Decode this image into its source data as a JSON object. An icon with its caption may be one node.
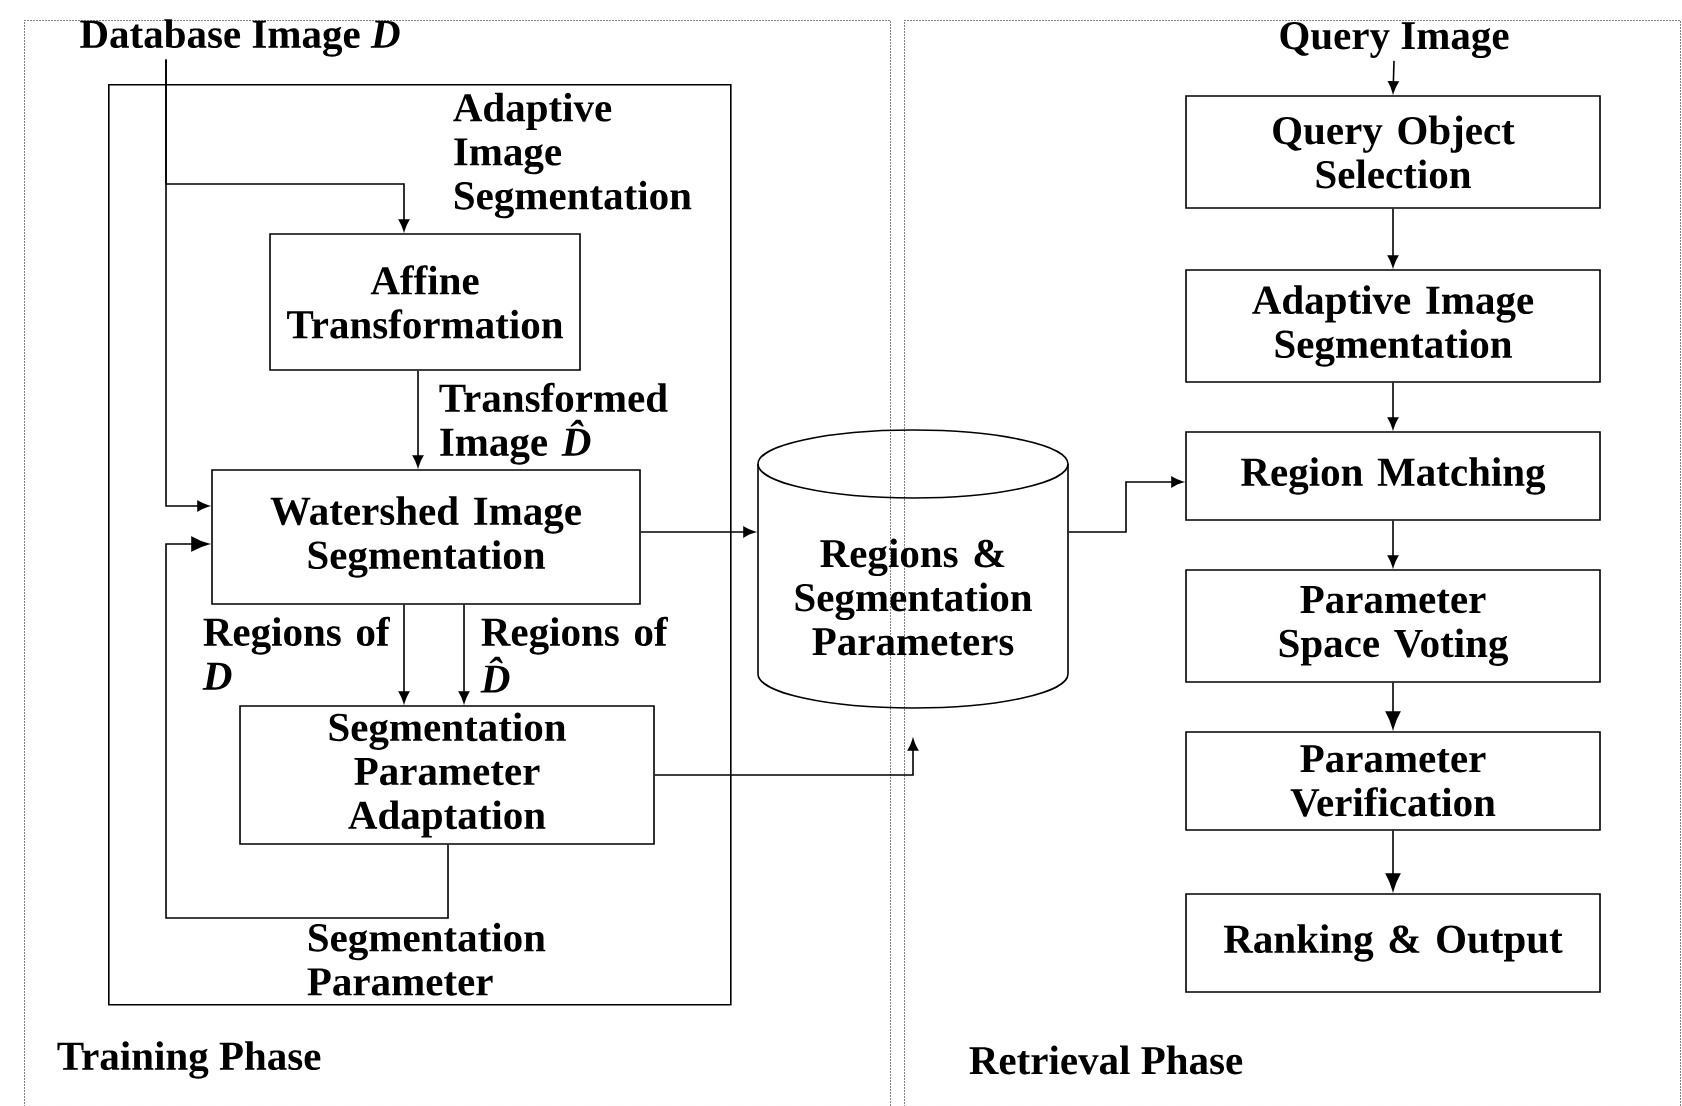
{
  "diagram": {
    "nodes": [
      {
        "text": [
          "Training Phase"
        ]
      },
      {
        "text": [
          "Retrieval Phase"
        ]
      },
      {
        "text": [
          "Database Image *D*"
        ],
        "in": 0
      },
      {
        "text": [
          "Adaptive Image Segmentation"
        ],
        "in": 0
      },
      {
        "text": [
          "Affine Transformation"
        ],
        "in": 3
      },
      {
        "text": [
          "Watershed Image Segmentation"
        ],
        "in": 3
      },
      {
        "text": [
          "Segmentation Parameter Adaptation"
        ],
        "in": 3
      },
      {
        "text": [
          "Regions & Segmentation Parameters"
        ]
      },
      {
        "text": [
          "Query Image"
        ],
        "in": 1
      },
      {
        "text": [
          "Query Object Selection"
        ],
        "in": 1
      },
      {
        "text": [
          "Adaptive  Image Segmentation"
        ],
        "in": 1
      },
      {
        "text": [
          "Region Matching"
        ],
        "in": 1
      },
      {
        "text": [
          "Parameter Space Voting"
        ],
        "in": 1
      },
      {
        "text": [
          "Parameter Verification"
        ],
        "in": 1
      },
      {
        "text": [
          "Ranking & Output"
        ],
        "in": 1
      }
    ],
    "edges": [
      {
        "from": 2,
        "to": 4,
        "arrow": "to"
      },
      {
        "from": 2,
        "to": 5,
        "arrow": "to"
      },
      {
        "from": 4,
        "to": 5,
        "arrow": "to",
        "label": "Transformed Image *D̂*"
      },
      {
        "from": 5,
        "to": 6,
        "arrow": "to",
        "label": "Regions of *D*"
      },
      {
        "from": 5,
        "to": 6,
        "arrow": "to",
        "label": "Regions of *D̂*"
      },
      {
        "from": 6,
        "to": 5,
        "arrow": "to",
        "label": "Segmentation Parameter"
      },
      {
        "from": 5,
        "to": 7,
        "arrow": "to"
      },
      {
        "from": 6,
        "to": 7,
        "arrow": "to"
      },
      {
        "from": 7,
        "to": 11,
        "arrow": "to"
      },
      {
        "from": 8,
        "to": 9,
        "arrow": "to"
      },
      {
        "from": 9,
        "to": 10,
        "arrow": "to"
      },
      {
        "from": 10,
        "to": 11,
        "arrow": "to"
      },
      {
        "from": 11,
        "to": 12,
        "arrow": "to"
      },
      {
        "from": 12,
        "to": 13,
        "arrow": "to"
      },
      {
        "from": 13,
        "to": 14,
        "arrow": "to"
      }
    ]
  }
}
